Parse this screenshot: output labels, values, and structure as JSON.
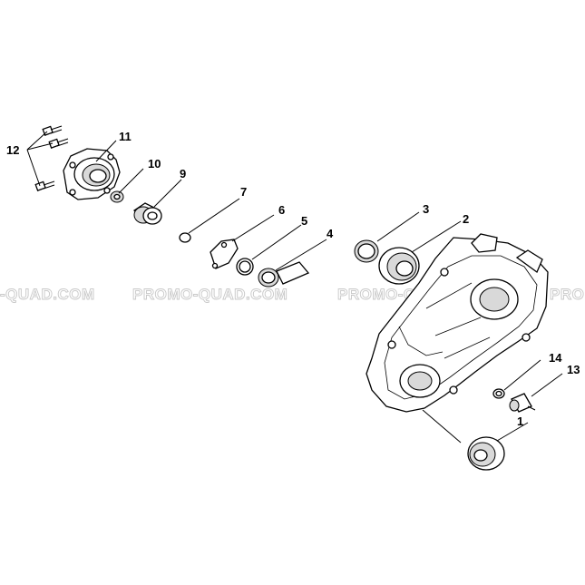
{
  "watermark": {
    "segments": [
      "-QUAD.COM",
      "PROMO-QUAD.COM",
      "PROMO-QUAD.COM",
      "PRO"
    ]
  },
  "callouts": {
    "c1": "1",
    "c2": "2",
    "c3": "3",
    "c4": "4",
    "c5": "5",
    "c6": "6",
    "c7": "7",
    "c9": "9",
    "c10": "10",
    "c11": "11",
    "c12": "12",
    "c13": "13",
    "c14": "14"
  },
  "colors": {
    "line": "#000000",
    "background": "#ffffff",
    "watermark_outline": "#c8c8c8"
  }
}
